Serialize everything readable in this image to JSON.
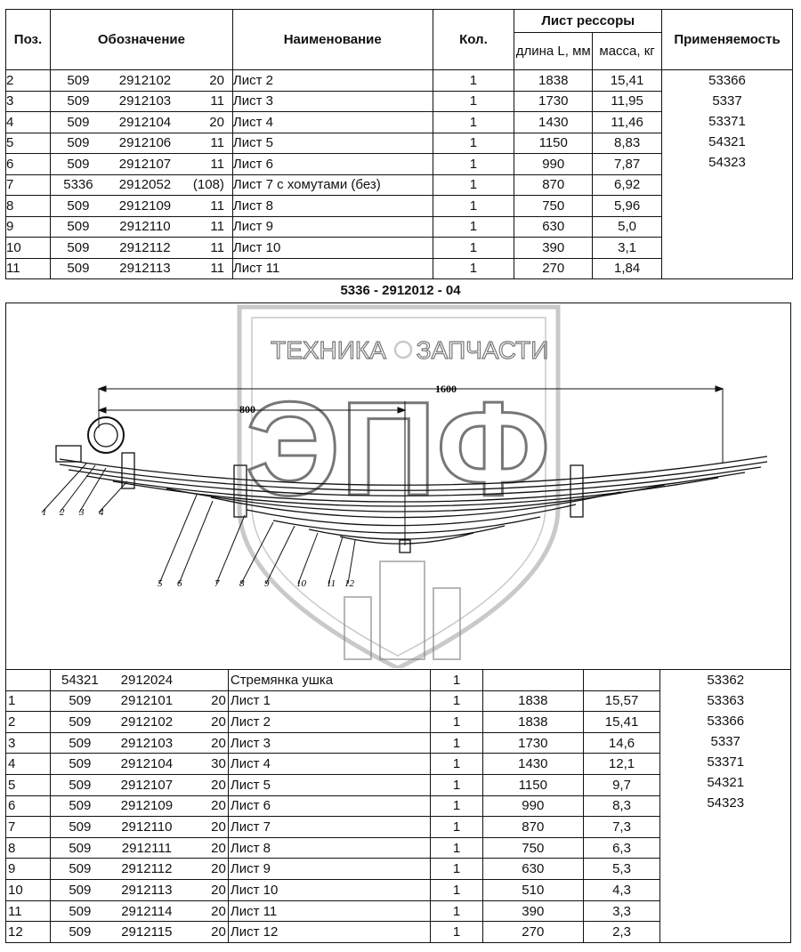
{
  "top_table": {
    "headers": {
      "pos": "Поз.",
      "designation": "Обозначение",
      "name": "Наименование",
      "qty": "Кол.",
      "leaf_group": "Лист рессоры",
      "length": "длина L, мм",
      "mass": "масса, кг",
      "applicability": "Применяемость"
    },
    "rows": [
      {
        "pos": "2",
        "a": "509",
        "b": "2912102",
        "c": "20",
        "name": "Лист 2",
        "qty": "1",
        "len": "1838",
        "mass": "15,41"
      },
      {
        "pos": "3",
        "a": "509",
        "b": "2912103",
        "c": "11",
        "name": "Лист 3",
        "qty": "1",
        "len": "1730",
        "mass": "11,95"
      },
      {
        "pos": "4",
        "a": "509",
        "b": "2912104",
        "c": "20",
        "name": "Лист 4",
        "qty": "1",
        "len": "1430",
        "mass": "11,46"
      },
      {
        "pos": "5",
        "a": "509",
        "b": "2912106",
        "c": "11",
        "name": "Лист 5",
        "qty": "1",
        "len": "1150",
        "mass": "8,83"
      },
      {
        "pos": "6",
        "a": "509",
        "b": "2912107",
        "c": "11",
        "name": "Лист 6",
        "qty": "1",
        "len": "990",
        "mass": "7,87"
      },
      {
        "pos": "7",
        "a": "5336",
        "b": "2912052",
        "c": "(108)",
        "name": "Лист 7 с хомутами (без)",
        "qty": "1",
        "len": "870",
        "mass": "6,92"
      },
      {
        "pos": "8",
        "a": "509",
        "b": "2912109",
        "c": "11",
        "name": "Лист 8",
        "qty": "1",
        "len": "750",
        "mass": "5,96"
      },
      {
        "pos": "9",
        "a": "509",
        "b": "2912110",
        "c": "11",
        "name": "Лист 9",
        "qty": "1",
        "len": "630",
        "mass": "5,0"
      },
      {
        "pos": "10",
        "a": "509",
        "b": "2912112",
        "c": "11",
        "name": "Лист 10",
        "qty": "1",
        "len": "390",
        "mass": "3,1"
      },
      {
        "pos": "11",
        "a": "509",
        "b": "2912113",
        "c": "11",
        "name": "Лист 11",
        "qty": "1",
        "len": "270",
        "mass": "1,84"
      }
    ],
    "applicability": [
      "53366",
      "5337",
      "53371",
      "54321",
      "54323"
    ]
  },
  "drawing": {
    "title": "5336 - 2912012 - 04",
    "watermark_top_left": "ТЕХНИКА",
    "watermark_top_right": "ЗАПЧАСТИ",
    "watermark_big": "ЭПФ",
    "dim_total": "1600",
    "dim_half": "800",
    "callouts": [
      "1",
      "2",
      "3",
      "4",
      "5",
      "6",
      "7",
      "8",
      "9",
      "10",
      "11",
      "12"
    ]
  },
  "bottom_table": {
    "rows": [
      {
        "pos": "",
        "a": "54321",
        "b": "2912024",
        "c": "",
        "name": "Стремянка ушка",
        "qty": "1",
        "len": "",
        "mass": ""
      },
      {
        "pos": "1",
        "a": "509",
        "b": "2912101",
        "c": "20",
        "name": "Лист 1",
        "qty": "1",
        "len": "1838",
        "mass": "15,57"
      },
      {
        "pos": "2",
        "a": "509",
        "b": "2912102",
        "c": "20",
        "name": "Лист 2",
        "qty": "1",
        "len": "1838",
        "mass": "15,41"
      },
      {
        "pos": "3",
        "a": "509",
        "b": "2912103",
        "c": "20",
        "name": "Лист 3",
        "qty": "1",
        "len": "1730",
        "mass": "14,6"
      },
      {
        "pos": "4",
        "a": "509",
        "b": "2912104",
        "c": "30",
        "name": "Лист 4",
        "qty": "1",
        "len": "1430",
        "mass": "12,1"
      },
      {
        "pos": "5",
        "a": "509",
        "b": "2912107",
        "c": "20",
        "name": "Лист 5",
        "qty": "1",
        "len": "1150",
        "mass": "9,7"
      },
      {
        "pos": "6",
        "a": "509",
        "b": "2912109",
        "c": "20",
        "name": "Лист 6",
        "qty": "1",
        "len": "990",
        "mass": "8,3"
      },
      {
        "pos": "7",
        "a": "509",
        "b": "2912110",
        "c": "20",
        "name": "Лист 7",
        "qty": "1",
        "len": "870",
        "mass": "7,3"
      },
      {
        "pos": "8",
        "a": "509",
        "b": "2912111",
        "c": "20",
        "name": "Лист 8",
        "qty": "1",
        "len": "750",
        "mass": "6,3"
      },
      {
        "pos": "9",
        "a": "509",
        "b": "2912112",
        "c": "20",
        "name": "Лист 9",
        "qty": "1",
        "len": "630",
        "mass": "5,3"
      },
      {
        "pos": "10",
        "a": "509",
        "b": "2912113",
        "c": "20",
        "name": "Лист 10",
        "qty": "1",
        "len": "510",
        "mass": "4,3"
      },
      {
        "pos": "11",
        "a": "509",
        "b": "2912114",
        "c": "20",
        "name": "Лист 11",
        "qty": "1",
        "len": "390",
        "mass": "3,3"
      },
      {
        "pos": "12",
        "a": "509",
        "b": "2912115",
        "c": "20",
        "name": "Лист 12",
        "qty": "1",
        "len": "270",
        "mass": "2,3"
      }
    ],
    "applicability": [
      "53362",
      "53363",
      "53366",
      "5337",
      "53371",
      "54321",
      "54323"
    ]
  }
}
